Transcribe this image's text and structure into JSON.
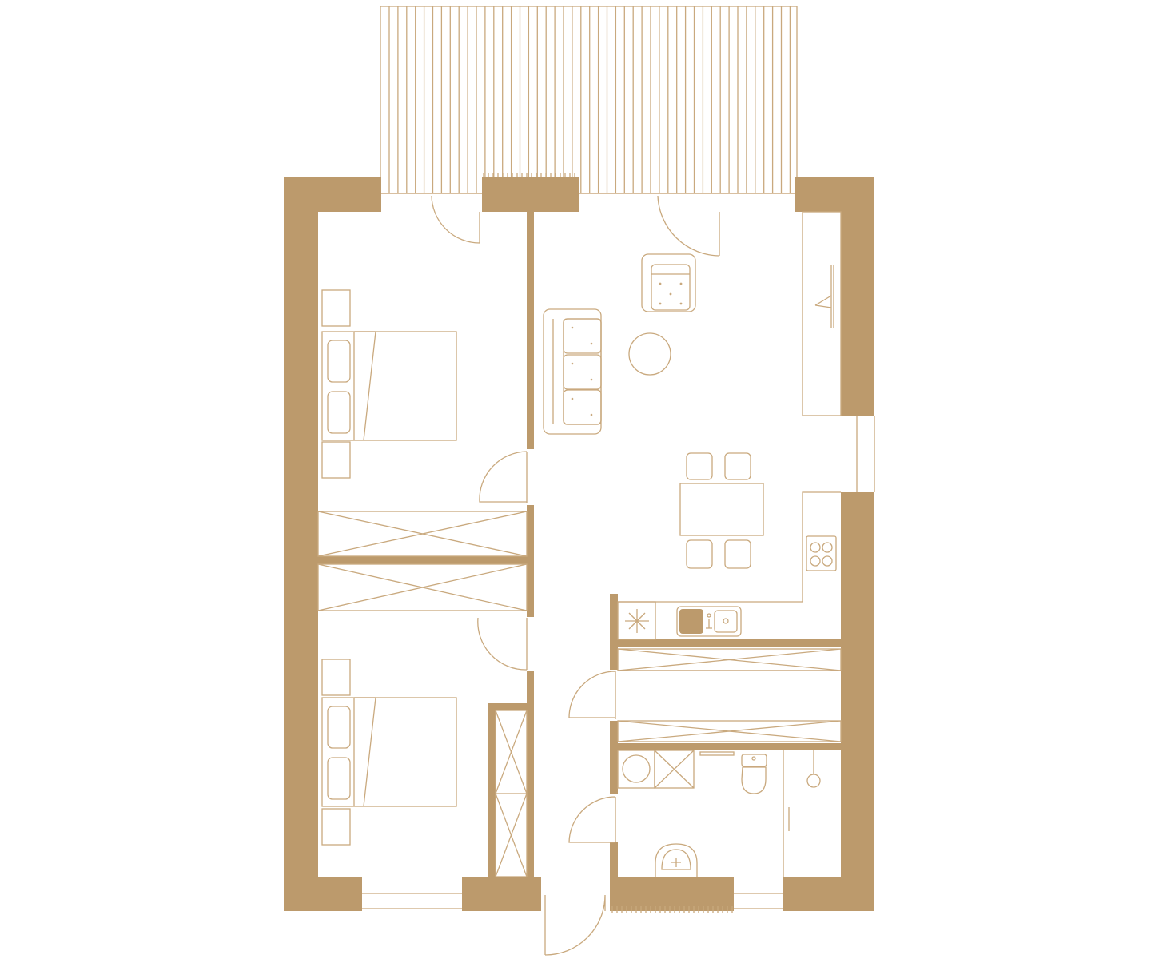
{
  "colors": {
    "wall": "#bc9a6c",
    "line": "#c9a97e",
    "background": "#ffffff"
  },
  "rooms": [
    {
      "id": "terrace",
      "icon": "slatted-deck"
    },
    {
      "id": "bedroom-1",
      "furniture": [
        "double-bed-icon",
        "nightstand-icon",
        "nightstand-icon",
        "wardrobe-icon"
      ]
    },
    {
      "id": "bedroom-2",
      "furniture": [
        "double-bed-icon",
        "nightstand-icon",
        "nightstand-icon",
        "closet-icon"
      ]
    },
    {
      "id": "living-room",
      "furniture": [
        "sofa-icon",
        "armchair-icon",
        "round-table-icon",
        "tv-icon"
      ]
    },
    {
      "id": "dining",
      "furniture": [
        "dining-table-icon",
        "chair-icon",
        "chair-icon",
        "chair-icon",
        "chair-icon"
      ]
    },
    {
      "id": "kitchen",
      "furniture": [
        "cooktop-icon",
        "sink-icon",
        "fridge-icon"
      ]
    },
    {
      "id": "hall",
      "furniture": [
        "wardrobe-icon",
        "wardrobe-icon"
      ]
    },
    {
      "id": "bathroom",
      "furniture": [
        "washing-machine-icon",
        "shower-icon",
        "toilet-icon",
        "washbasin-icon",
        "towel-rail-icon"
      ]
    }
  ]
}
